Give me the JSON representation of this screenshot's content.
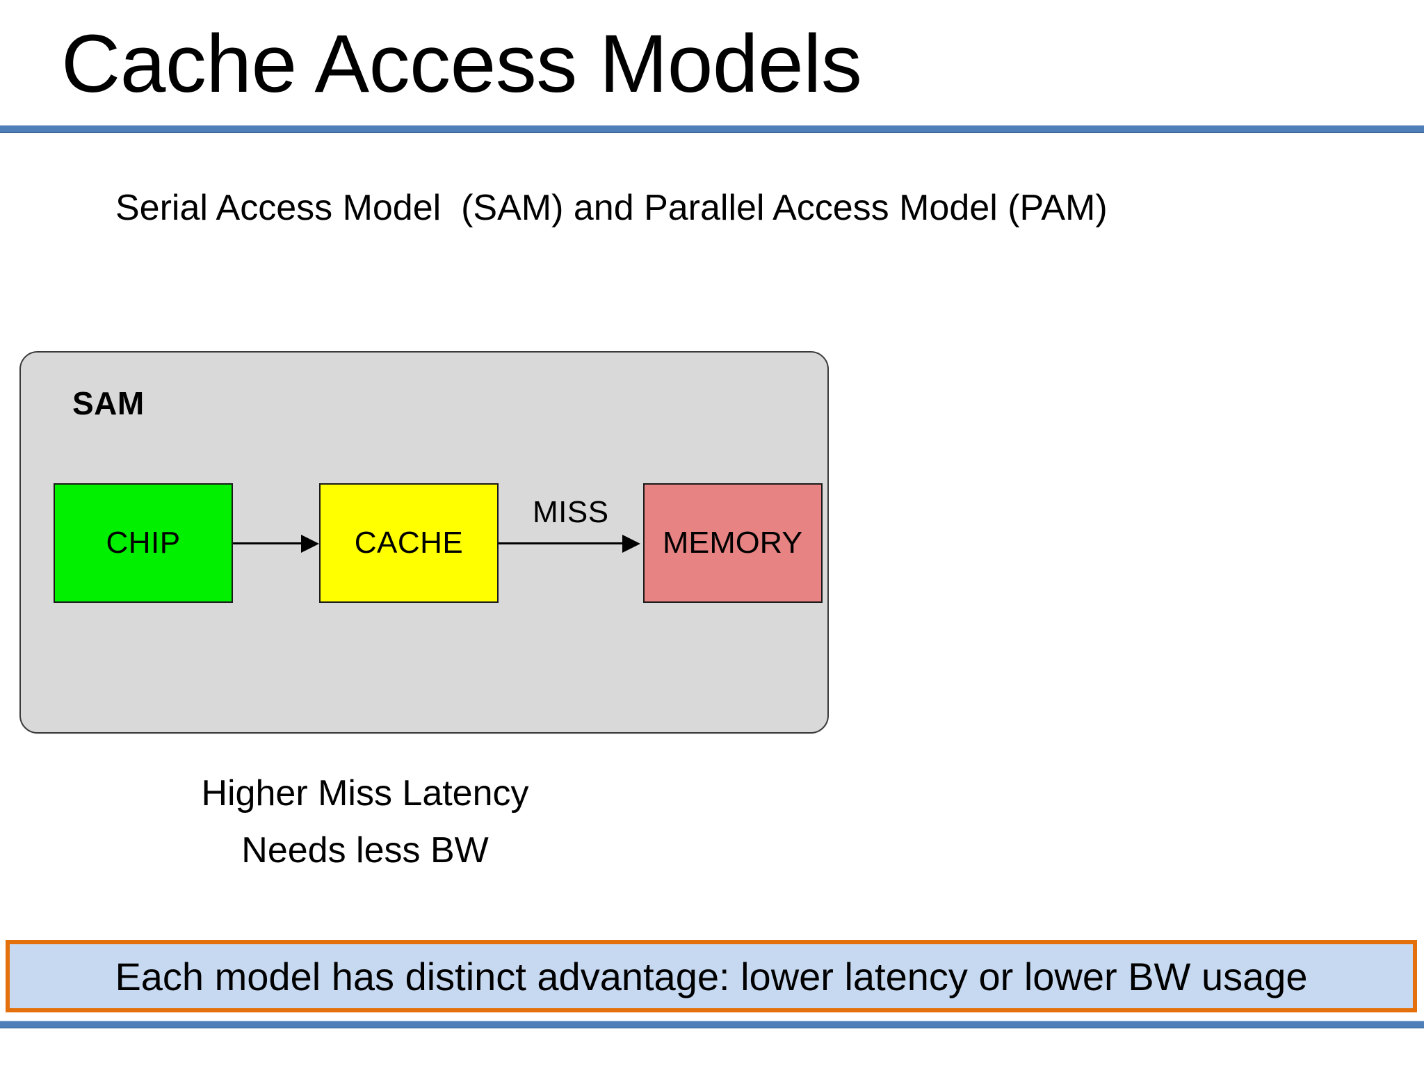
{
  "slide": {
    "title": "Cache Access Models",
    "subtitle": "Serial Access Model  (SAM) and Parallel Access Model (PAM)",
    "accent_blue": "#4E7FB8",
    "banner_border": "#E3700B",
    "banner_fill": "#C6D9F1"
  },
  "sam_diagram": {
    "panel_label": "SAM",
    "panel_fill": "#D9D9D9",
    "nodes": [
      {
        "id": "chip",
        "label": "CHIP",
        "fill": "#00F000"
      },
      {
        "id": "cache",
        "label": "CACHE",
        "fill": "#FFFF00"
      },
      {
        "id": "memory",
        "label": "MEMORY",
        "fill": "#E88383"
      }
    ],
    "edges": [
      {
        "from": "chip",
        "to": "cache",
        "label": ""
      },
      {
        "from": "cache",
        "to": "memory",
        "label": "MISS"
      }
    ],
    "edge_labels": {
      "miss": "MISS"
    },
    "caption": {
      "line1": "Higher Miss Latency",
      "line2": "Needs less BW"
    }
  },
  "banner": {
    "text": "Each model has distinct advantage: lower latency or lower BW usage"
  }
}
